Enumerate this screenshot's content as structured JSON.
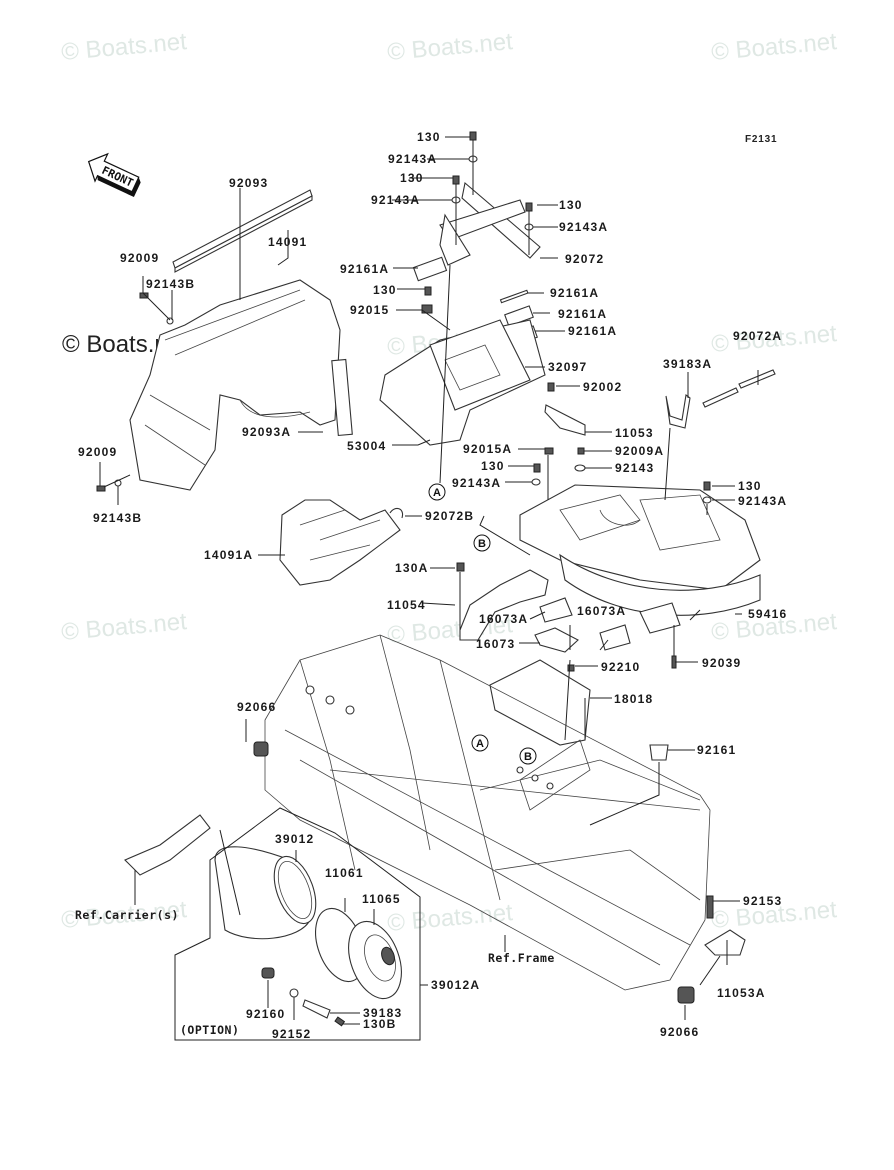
{
  "diagram": {
    "figure_code": "F2131",
    "front_arrow_label": "FRONT",
    "watermark_text": "© Boats.net",
    "callouts": {
      "a": "A",
      "b": "B"
    },
    "labels": {
      "p130_1": "130",
      "p92143A_1": "92143A",
      "p130_2": "130",
      "p92143A_2": "92143A",
      "p130_3": "130",
      "p92143A_3": "92143A",
      "p92072": "92072",
      "p92161A_1": "92161A",
      "p130_4": "130",
      "p92015": "92015",
      "p92161A_2": "92161A",
      "p92161A_3": "92161A",
      "p92161A_4": "92161A",
      "p32097": "32097",
      "p92002": "92002",
      "p53004": "53004",
      "p11053": "11053",
      "p92015A": "92015A",
      "p92009A": "92009A",
      "p130_5": "130",
      "p92143": "92143",
      "p92143A_4": "92143A",
      "p130_6": "130",
      "p92143A_5": "92143A",
      "p92072A": "92072A",
      "p39183A": "39183A",
      "p92093": "92093",
      "p14091": "14091",
      "p92009_1": "92009",
      "p92143B_1": "92143B",
      "p92093A": "92093A",
      "p92009_2": "92009",
      "p92143B_2": "92143B",
      "p14091A": "14091A",
      "p92072B": "92072B",
      "p130A": "130A",
      "p11054": "11054",
      "p16073A_1": "16073A",
      "p16073A_2": "16073A",
      "p16073": "16073",
      "p59416": "59416",
      "p92210": "92210",
      "p92039": "92039",
      "p18018": "18018",
      "p92066_1": "92066",
      "p92161": "92161",
      "p39012": "39012",
      "p11061": "11061",
      "p11065": "11065",
      "p39012A": "39012A",
      "p92160": "92160",
      "p39183": "39183",
      "p130B": "130B",
      "p92152": "92152",
      "p92153": "92153",
      "p11053A": "11053A",
      "p92066_2": "92066",
      "ref_carrier": "Ref.Carrier(s)",
      "ref_frame": "Ref.Frame",
      "option": "(OPTION)"
    }
  }
}
